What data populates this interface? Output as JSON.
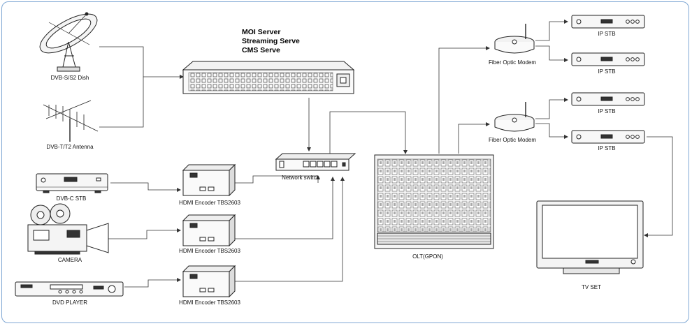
{
  "server": {
    "line1": "MOI Server",
    "line2": "Streaming Serve",
    "line3": "CMS Serve"
  },
  "labels": {
    "dvbs_dish": "DVB-S/S2 Dish",
    "dvbt_antenna": "DVB-T/T2 Antenna",
    "dvbc_stb": "DVB-C STB",
    "camera": "CAMERA",
    "dvd_player": "DVD PLAYER",
    "encoder_1": "HDMI Encoder TBS2603",
    "encoder_2": "HDMI Encoder TBS2603",
    "encoder_3": "HDMI Encoder TBS2603",
    "network_switch": "Network switch",
    "olt": "OLT(GPON)",
    "modem_1": "Fiber Optic Modem",
    "modem_2": "Fiber Optic Modem",
    "ip_stb_1": "IP STB",
    "ip_stb_2": "IP STB",
    "ip_stb_3": "IP STB",
    "ip_stb_4": "IP STB",
    "tv_set": "TV SET"
  },
  "colors": {
    "frame": "#7fa7d4",
    "line": "#333333"
  }
}
